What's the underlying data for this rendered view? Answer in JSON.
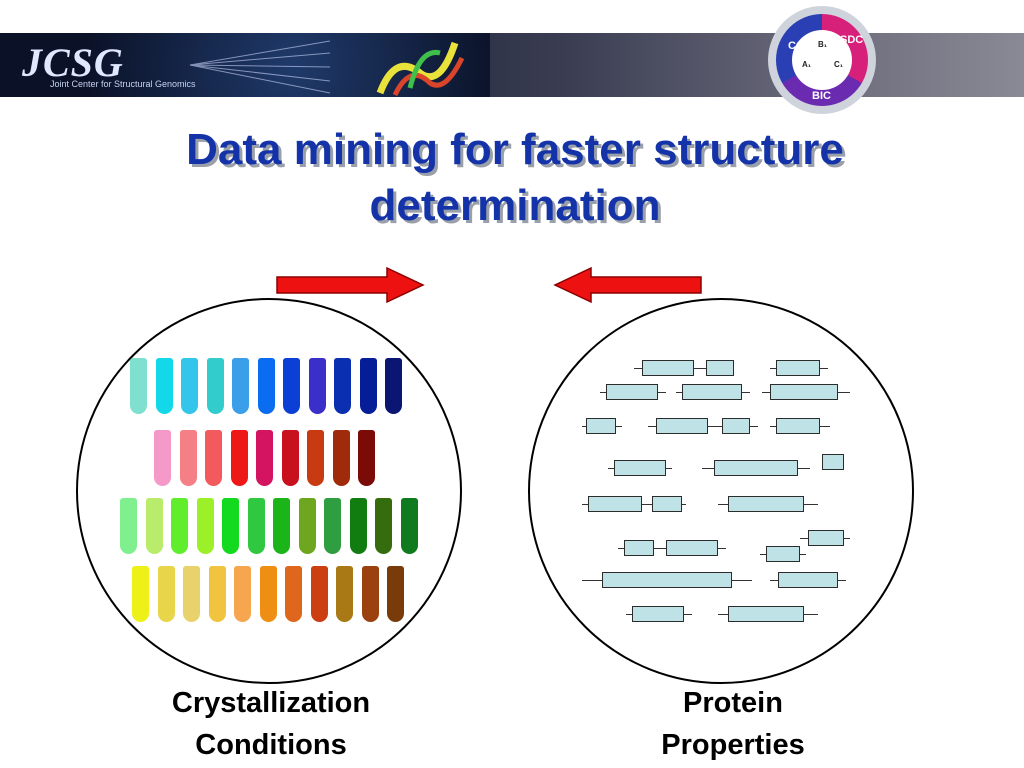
{
  "header": {
    "logo": "JCSG",
    "logo_subtitle": "Joint Center for Structural Genomics",
    "badge_labels": [
      "CC",
      "SDC",
      "BIC",
      "B₁",
      "A₁",
      "C₁"
    ]
  },
  "title": {
    "line1": "Data mining for faster structure",
    "line2": "determination"
  },
  "arrows": {
    "color": "#ee1111",
    "left": "right-arrow",
    "right": "left-arrow"
  },
  "left_panel": {
    "caption_line1": "Crystallization",
    "caption_line2": "Conditions",
    "tube_rows": [
      [
        "#7fe0cf",
        "#12d8ea",
        "#33c5ea",
        "#33cccc",
        "#3a9ee9",
        "#0a6cf0",
        "#0b3fd6",
        "#3a2fc8",
        "#0a2fb0",
        "#061d98",
        "#0a1672"
      ],
      [
        "#f59ac8",
        "#f47f84",
        "#f25a5e",
        "#ee1818",
        "#d41460",
        "#c8101e",
        "#c83b12",
        "#9f2b0a",
        "#7a0b06"
      ],
      [
        "#80f08e",
        "#b8ec6a",
        "#60ee2c",
        "#9cf02a",
        "#13d91f",
        "#30c840",
        "#1bb51a",
        "#6ea71f",
        "#2e9e40",
        "#117d10",
        "#356c0e",
        "#0f7a1e"
      ],
      [
        "#eef118",
        "#e8d54a",
        "#e9d26c",
        "#f0c43e",
        "#f5a64e",
        "#ee8f14",
        "#de661d",
        "#cc3f12",
        "#a87914",
        "#9b4110",
        "#7a3b0a"
      ]
    ]
  },
  "right_panel": {
    "caption_line1": "Protein",
    "caption_line2": "Properties",
    "block_color": "#bfe2e6"
  }
}
